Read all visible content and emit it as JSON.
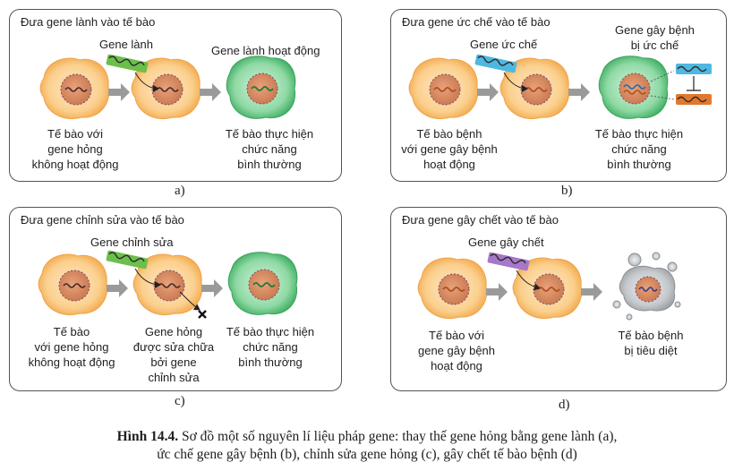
{
  "panel_a": {
    "title": "Đưa gene lành vào tế bào",
    "insert_label": "Gene lành",
    "result_label": "Gene lành hoạt động",
    "cell1_label": [
      "Tế bào với",
      "gene hỏng",
      "không hoạt động"
    ],
    "cell3_label": [
      "Tế bào thực hiện",
      "chức năng",
      "bình thường"
    ],
    "letter": "a)",
    "colors": {
      "insert_gene": "#6bbf4a",
      "result_cell": "#58c27a"
    }
  },
  "panel_b": {
    "title": "Đưa gene ức chế vào tế bào",
    "insert_label": "Gene ức chế",
    "result_label": [
      "Gene gây bệnh",
      "bị ức chế"
    ],
    "cell1_label": [
      "Tế bào bệnh",
      "với gene gây bệnh",
      "hoạt động"
    ],
    "cell3_label": [
      "Tế bào thực hiện",
      "chức năng",
      "bình thường"
    ],
    "letter": "b)",
    "colors": {
      "insert_gene": "#4fb8e0",
      "disease_gene": "#e0782f",
      "result_cell": "#58c27a"
    }
  },
  "panel_c": {
    "title": "Đưa gene chỉnh sửa vào tế bào",
    "insert_label": "Gene chỉnh sửa",
    "cell1_label": [
      "Tế bào",
      "với gene hỏng",
      "không hoạt động"
    ],
    "cell2_label": [
      "Gene hỏng",
      "được sửa chữa",
      "bởi gene",
      "chỉnh sửa"
    ],
    "cell3_label": [
      "Tế bào thực hiện",
      "chức năng",
      "bình thường"
    ],
    "letter": "c)",
    "colors": {
      "insert_gene": "#6bbf4a",
      "result_cell": "#58c27a"
    }
  },
  "panel_d": {
    "title": "Đưa gene gây chết vào tế bào",
    "insert_label": "Gene gây chết",
    "cell1_label": [
      "Tế bào với",
      "gene gây bệnh",
      "hoạt động"
    ],
    "cell3_label": [
      "Tế bào bệnh",
      "bị tiêu diệt"
    ],
    "letter": "d)",
    "colors": {
      "insert_gene": "#a678c8",
      "dead_cell": "#b9bcc0"
    }
  },
  "caption": {
    "figure_number": "Hình 14.4.",
    "line1": "Sơ đồ một số nguyên lí liệu pháp gene: thay thế gene hỏng bằng gene lành (a),",
    "line2": "ức chế gene gây bệnh (b), chỉnh sửa gene hỏng (c), gây chết tế bào bệnh (d)"
  },
  "colors": {
    "cell_fill": "#fcd49a",
    "cell_edge": "#f0a848",
    "nucleus": "#d9895a",
    "arrow": "#9a9a9a"
  }
}
